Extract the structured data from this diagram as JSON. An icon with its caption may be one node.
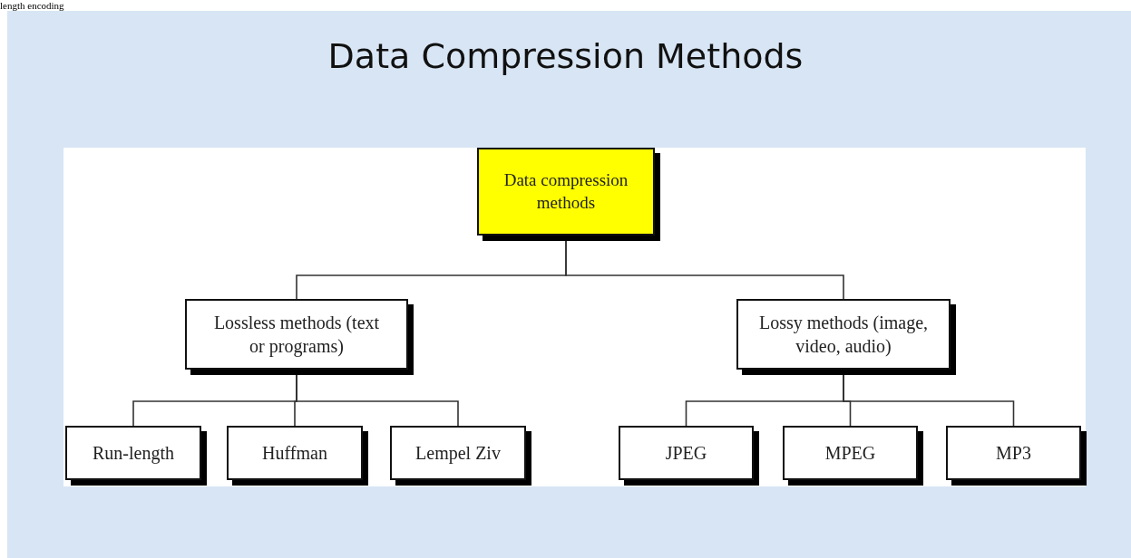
{
  "diagram": {
    "title": "Data Compression Methods",
    "nodes": [
      {
        "text": [
          "Data compression methods"
        ]
      },
      {
        "text": [
          "Lossless methods (text or programs)"
        ]
      },
      {
        "text": [
          "Lossy methods (image, video, audio)"
        ]
      },
      {
        "text": [
          "Run-length"
        ]
      },
      {
        "text": [
          "Huffman"
        ]
      },
      {
        "text": [
          "Lempel Ziv"
        ]
      },
      {
        "text": [
          "JPEG"
        ]
      },
      {
        "text": [
          "MPEG"
        ]
      },
      {
        "text": [
          "MP3"
        ]
      }
    ],
    "edges": [
      {
        "from": 0,
        "to": 1,
        "arrow": "none"
      },
      {
        "from": 0,
        "to": 2,
        "arrow": "none"
      },
      {
        "from": 1,
        "to": 3,
        "arrow": "none"
      },
      {
        "from": 1,
        "to": 4,
        "arrow": "none"
      },
      {
        "from": 1,
        "to": 5,
        "arrow": "none"
      },
      {
        "from": 2,
        "to": 6,
        "arrow": "none"
      },
      {
        "from": 2,
        "to": 7,
        "arrow": "none"
      },
      {
        "from": 2,
        "to": 8,
        "arrow": "none"
      }
    ],
    "labels": [
      "length encoding"
    ]
  }
}
